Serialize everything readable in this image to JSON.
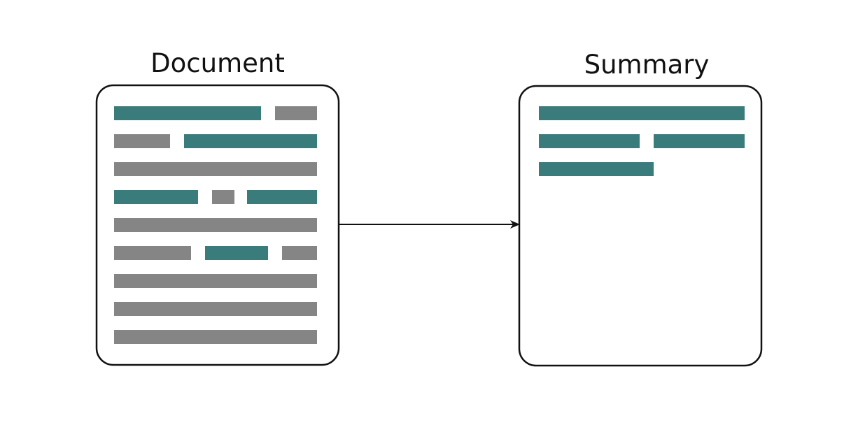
{
  "diagram": {
    "colors": {
      "highlight": "#3a7b7b",
      "neutral": "#858585",
      "border": "#111111",
      "arrow": "#111111"
    },
    "document": {
      "title": "Document",
      "rows": [
        [
          "highlight",
          "neutral"
        ],
        [
          "neutral",
          "highlight"
        ],
        [
          "neutral"
        ],
        [
          "highlight",
          "neutral",
          "highlight"
        ],
        [
          "neutral"
        ],
        [
          "neutral",
          "highlight",
          "neutral"
        ],
        [
          "neutral"
        ],
        [
          "neutral"
        ],
        [
          "neutral"
        ]
      ]
    },
    "summary": {
      "title": "Summary",
      "rows": [
        [
          "highlight"
        ],
        [
          "highlight",
          "highlight"
        ],
        [
          "highlight"
        ]
      ]
    },
    "edges": [
      {
        "from": "document",
        "to": "summary"
      }
    ]
  }
}
